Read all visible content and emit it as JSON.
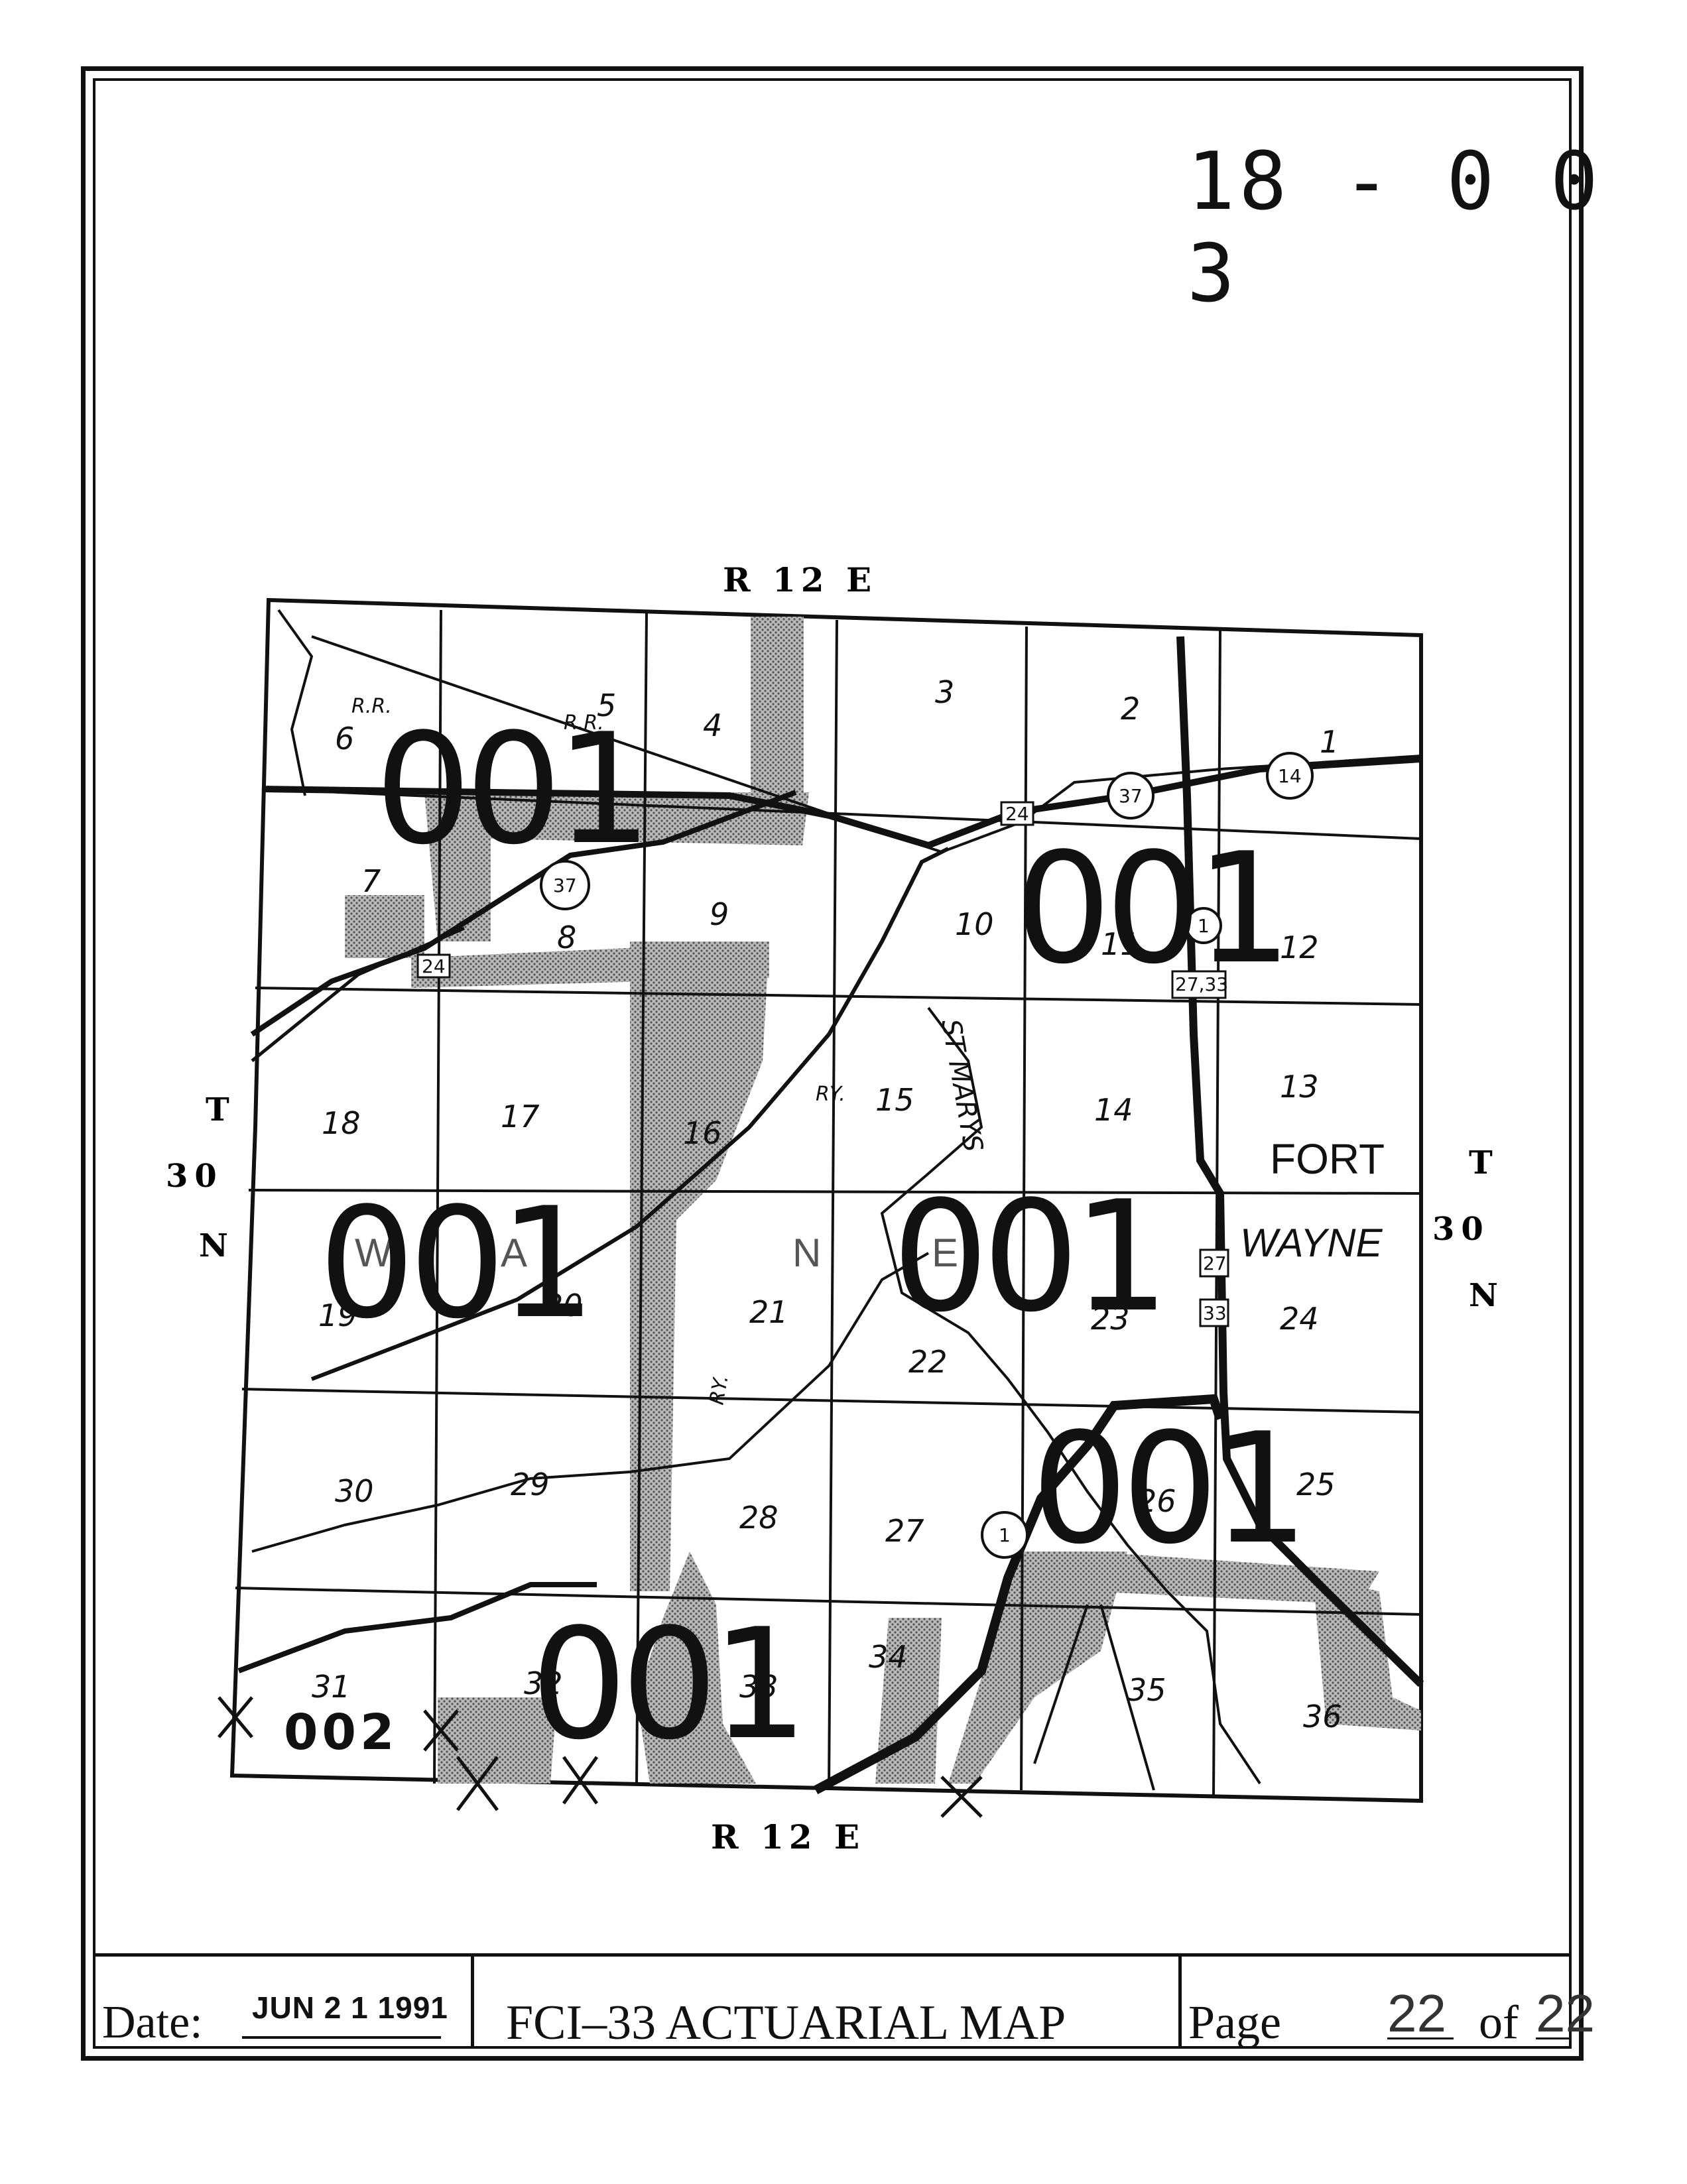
{
  "header": {
    "map_code": "18 - 0 0 3"
  },
  "map": {
    "range_top": "R  12  E",
    "range_bottom": "R  12  E",
    "township_left": [
      "T",
      "30",
      "N"
    ],
    "township_right": [
      "T",
      "30",
      "N"
    ],
    "sections": [
      "6",
      "5",
      "4",
      "3",
      "2",
      "1",
      "7",
      "8",
      "9",
      "10",
      "11",
      "12",
      "18",
      "17",
      "16",
      "15",
      "14",
      "13",
      "19",
      "20",
      "21",
      "22",
      "23",
      "24",
      "30",
      "29",
      "28",
      "27",
      "26",
      "25",
      "31",
      "32",
      "33",
      "34",
      "35",
      "36"
    ],
    "zone_labels": [
      "001",
      "001",
      "001",
      "001",
      "001",
      "001",
      "002"
    ],
    "place_labels": [
      "FORT",
      "WAYNE",
      "W",
      "A",
      "N",
      "E"
    ],
    "road_markers": [
      "14",
      "37",
      "37",
      "24",
      "24",
      "1",
      "1",
      "27,33",
      "27",
      "33"
    ],
    "feature_labels": [
      "R.R.",
      "R.R.",
      "ST MARYS",
      "RY.",
      "RY."
    ],
    "colors": {
      "ink": "#111111",
      "shading": "#7a7a7a",
      "paper": "#ffffff"
    }
  },
  "footer": {
    "date_label": "Date:",
    "date_value": "JUN 2 1 1991",
    "title": "FCI–33 ACTUARIAL MAP",
    "page_label": "Page",
    "page_current": "22",
    "page_of_label": "of",
    "page_total": "22"
  }
}
